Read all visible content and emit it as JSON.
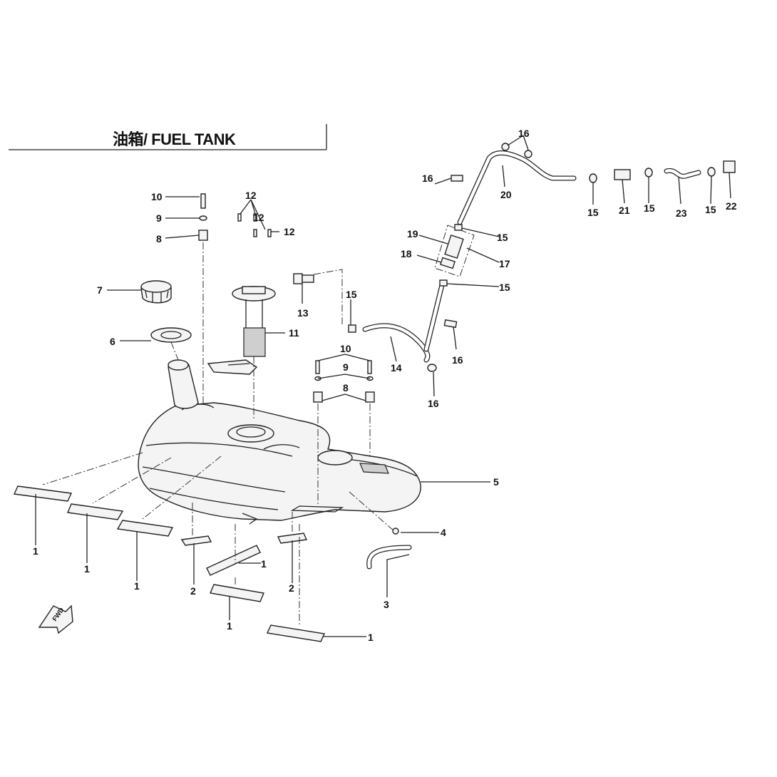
{
  "title": "油箱/ FUEL TANK",
  "callouts": {
    "c1": "1",
    "c2": "2",
    "c3": "3",
    "c4": "4",
    "c5": "5",
    "c6": "6",
    "c7": "7",
    "c8": "8",
    "c9": "9",
    "c10": "10",
    "c11": "11",
    "c12": "12",
    "c12b": "12",
    "c13": "13",
    "c14": "14",
    "c15": "15",
    "c16": "16",
    "c17": "17",
    "c18": "18",
    "c19": "19",
    "c20": "20",
    "c21": "21",
    "c22": "22",
    "c23": "23"
  },
  "fwd_label": "FWD"
}
